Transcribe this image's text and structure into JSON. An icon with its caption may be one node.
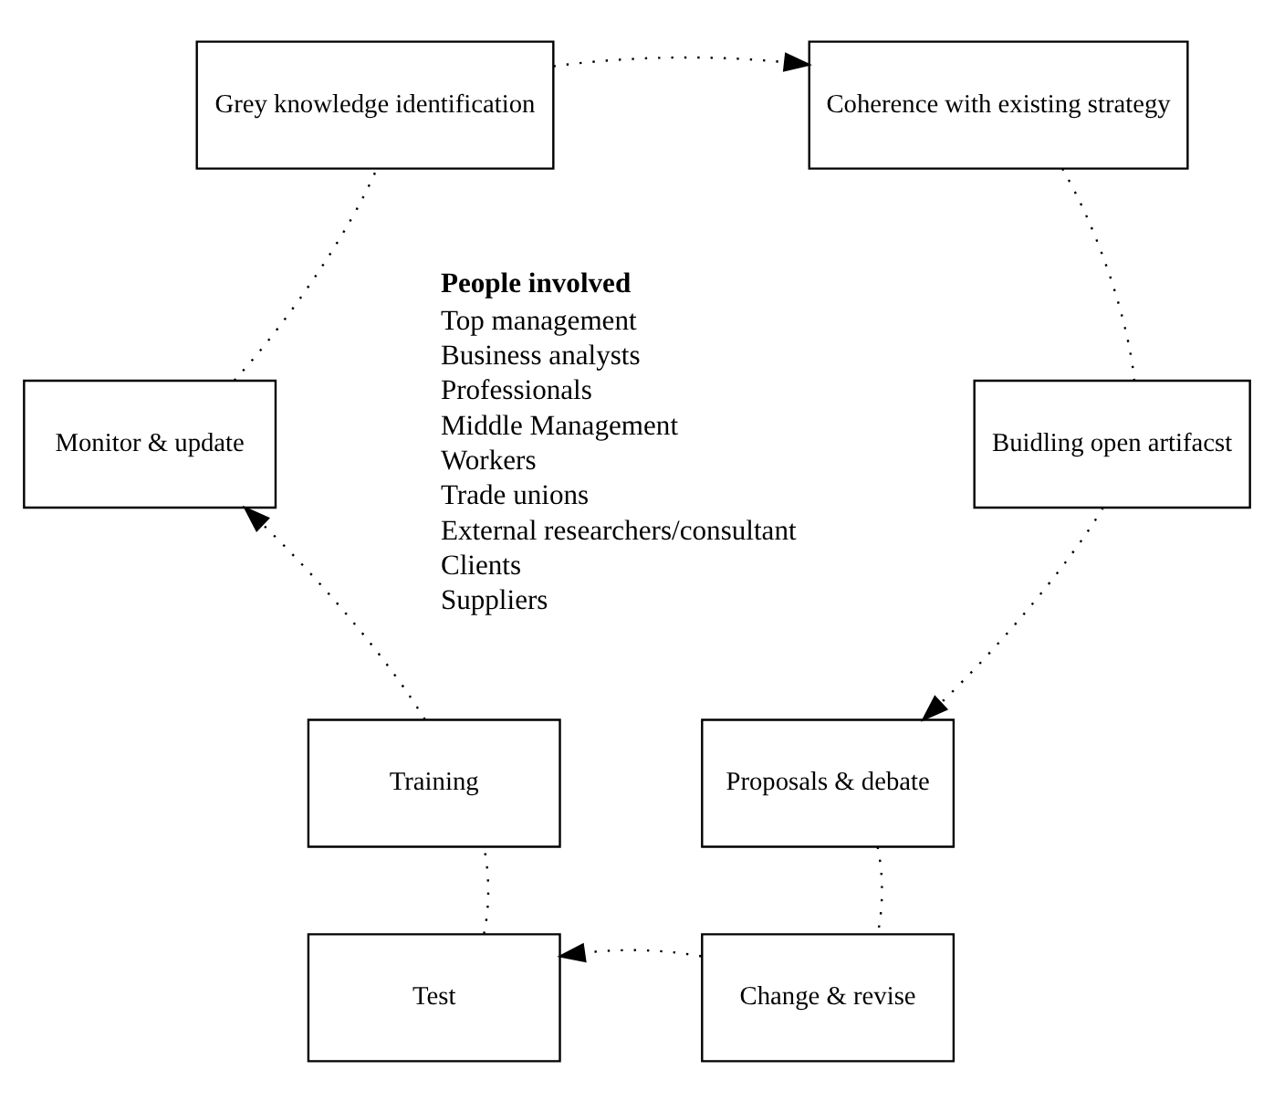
{
  "diagram": {
    "nodes": [
      {
        "text": [
          "Grey knowledge identification"
        ]
      },
      {
        "text": [
          "Coherence with existing strategy"
        ]
      },
      {
        "text": [
          "Buidling open artifacst"
        ]
      },
      {
        "text": [
          "Proposals & debate"
        ]
      },
      {
        "text": [
          "Change & revise"
        ]
      },
      {
        "text": [
          "Test"
        ]
      },
      {
        "text": [
          "Training"
        ]
      },
      {
        "text": [
          "Monitor & update"
        ]
      }
    ],
    "edges": [
      {
        "from": 0,
        "to": 1,
        "arrow": "to"
      },
      {
        "from": 1,
        "to": 2,
        "arrow": "none"
      },
      {
        "from": 2,
        "to": 3,
        "arrow": "to"
      },
      {
        "from": 3,
        "to": 4,
        "arrow": "none"
      },
      {
        "from": 4,
        "to": 5,
        "arrow": "to"
      },
      {
        "from": 5,
        "to": 6,
        "arrow": "none"
      },
      {
        "from": 6,
        "to": 7,
        "arrow": "to"
      },
      {
        "from": 7,
        "to": 0,
        "arrow": "none"
      }
    ],
    "labels": [
      "People involved",
      "Top management",
      "Business analysts",
      "Professionals",
      "Middle Management",
      "Workers",
      "Trade unions",
      "External researchers/consultant",
      "Clients",
      "Suppliers"
    ]
  }
}
